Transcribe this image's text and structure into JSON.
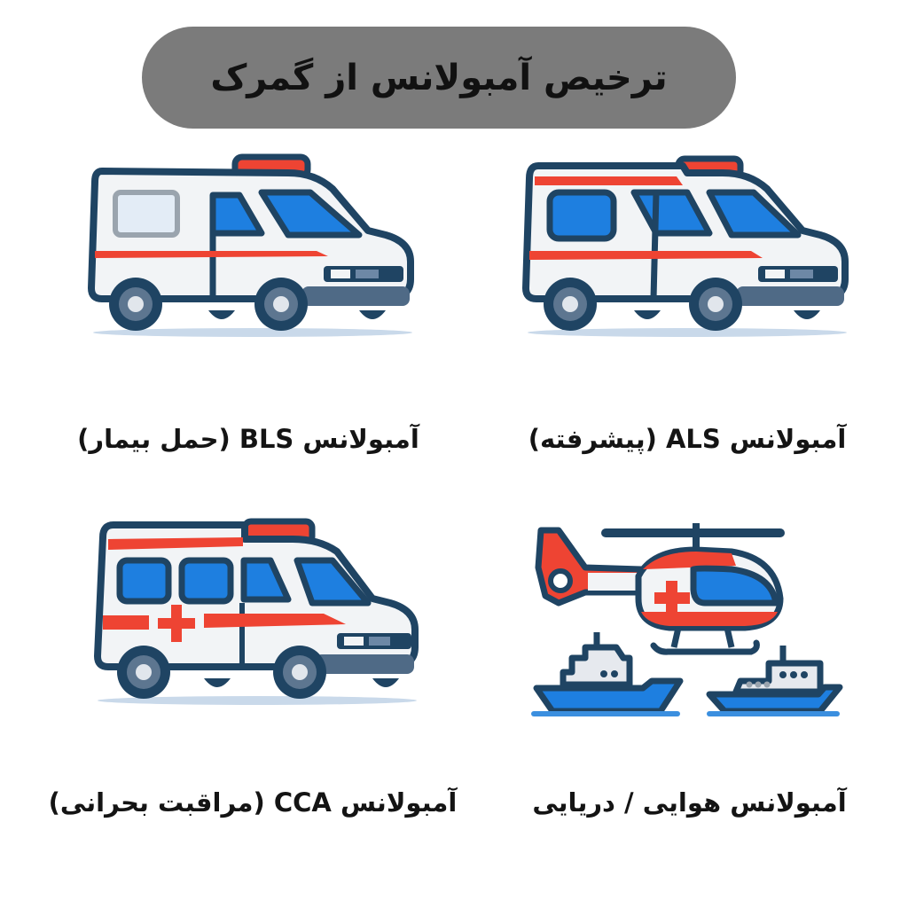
{
  "title": "ترخیص آمبولانس از گمرک",
  "colors": {
    "pill_bg": "#7b7b7b",
    "outline": "#1f4463",
    "red": "#ee4433",
    "blue": "#1e7fe0",
    "white_body": "#f2f4f6",
    "gray_trim": "#9aa4ae",
    "ground": "#c9d9ea"
  },
  "items": [
    {
      "id": "als",
      "label": "آمبولانس ALS (پیشرفته)",
      "icon": "ambulance-van-icon"
    },
    {
      "id": "bls",
      "label": "آمبولانس BLS (حمل بیمار)",
      "icon": "ambulance-van-icon"
    },
    {
      "id": "air-sea",
      "label": "آمبولانس هوایی / دریایی",
      "icon": "helicopter-and-boats-icon"
    },
    {
      "id": "cca",
      "label": "آمبولانس CCA (مراقبت بحرانی)",
      "icon": "ambulance-van-with-cross-icon"
    }
  ]
}
